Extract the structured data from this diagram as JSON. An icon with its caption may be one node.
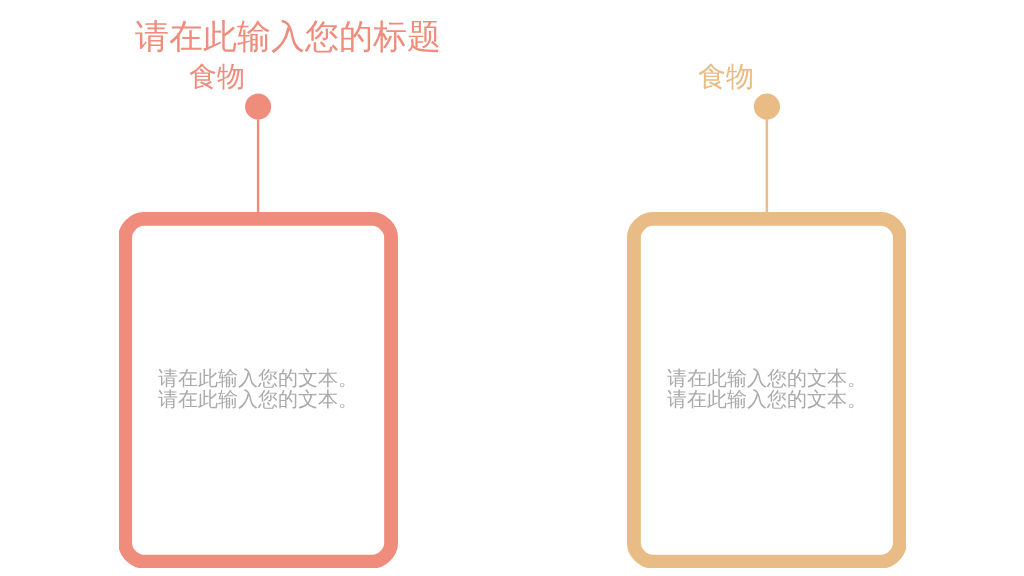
{
  "diagram": {
    "title": "请在此输入您的标题",
    "nodes": [
      {
        "text": [],
        "shape": "circle",
        "beside": [
          "食物"
        ]
      },
      {
        "text": [
          "请在此输入您的文本。请在此输入您的文本。"
        ]
      },
      {
        "text": [],
        "shape": "circle",
        "beside": [
          "食物"
        ]
      },
      {
        "text": [
          "请在此输入您的文本。请在此输入您的文本。"
        ]
      }
    ],
    "edges": [
      {
        "from": 0,
        "to": 1,
        "arrow": "none",
        "color": "#f08c7c"
      },
      {
        "from": 2,
        "to": 3,
        "arrow": "none",
        "color": "#e8bc84"
      }
    ]
  }
}
